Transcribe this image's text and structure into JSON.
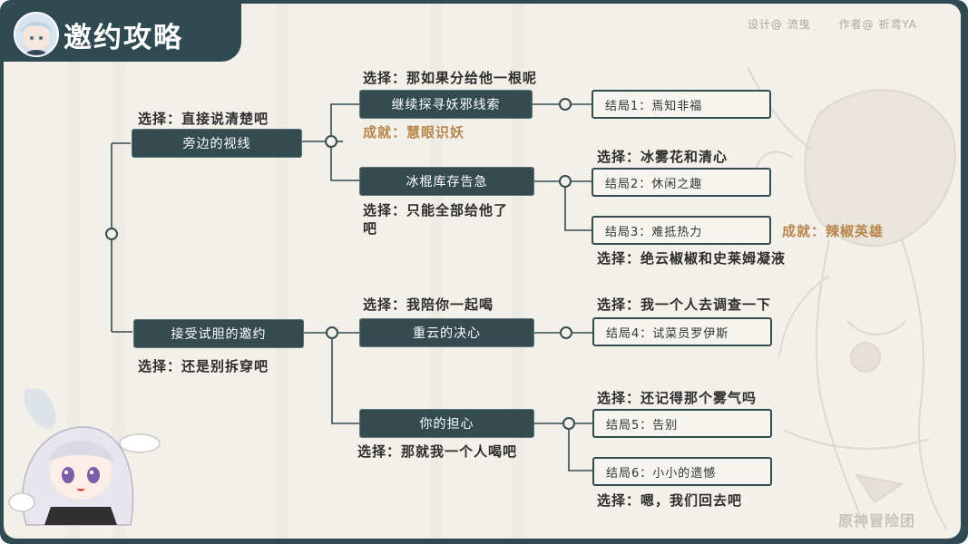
{
  "header": {
    "title": "邀约攻略",
    "credit_design": "设计@ 流曳",
    "credit_author": "作者@ 祈鸢YA"
  },
  "watermark": "原神冒险团",
  "tree": {
    "branch_a": {
      "choice_label": "选择：直接说清楚吧",
      "node": "旁边的视线",
      "sub1": {
        "choice_label": "选择：那如果分给他一根呢",
        "node": "继续探寻妖邪线索",
        "achievement": "成就：慧眼识妖",
        "ending": "结局1：焉知非福"
      },
      "sub2": {
        "node": "冰棍库存告急",
        "choice_label_line1": "选择：只能全部给他了",
        "choice_label_line2": "吧",
        "ending2_choice": "选择：冰雾花和清心",
        "ending2": "结局2：休闲之趣",
        "ending3": "结局3：难抵热力",
        "ending3_achievement": "成就：辣椒英雄",
        "ending3_choice": "选择：绝云椒椒和史莱姆凝液"
      }
    },
    "branch_b": {
      "node": "接受试胆的邀约",
      "choice_label": "选择：还是别拆穿吧",
      "sub1": {
        "choice_label": "选择：我陪你一起喝",
        "node": "重云的决心",
        "ending_choice": "选择：我一个人去调查一下",
        "ending": "结局4：试菜员罗伊斯"
      },
      "sub2": {
        "node": "你的担心",
        "choice_label": "选择：那就我一个人喝吧",
        "ending5_choice": "选择：还记得那个雾气吗",
        "ending5": "结局5：告别",
        "ending6": "结局6：小小的遗憾",
        "ending6_choice": "选择：嗯，我们回去吧"
      }
    }
  },
  "colors": {
    "dark_teal": "#344b50",
    "frame": "#2f4a50",
    "background": "#f3f0ea",
    "achievement": "#b8864a"
  }
}
